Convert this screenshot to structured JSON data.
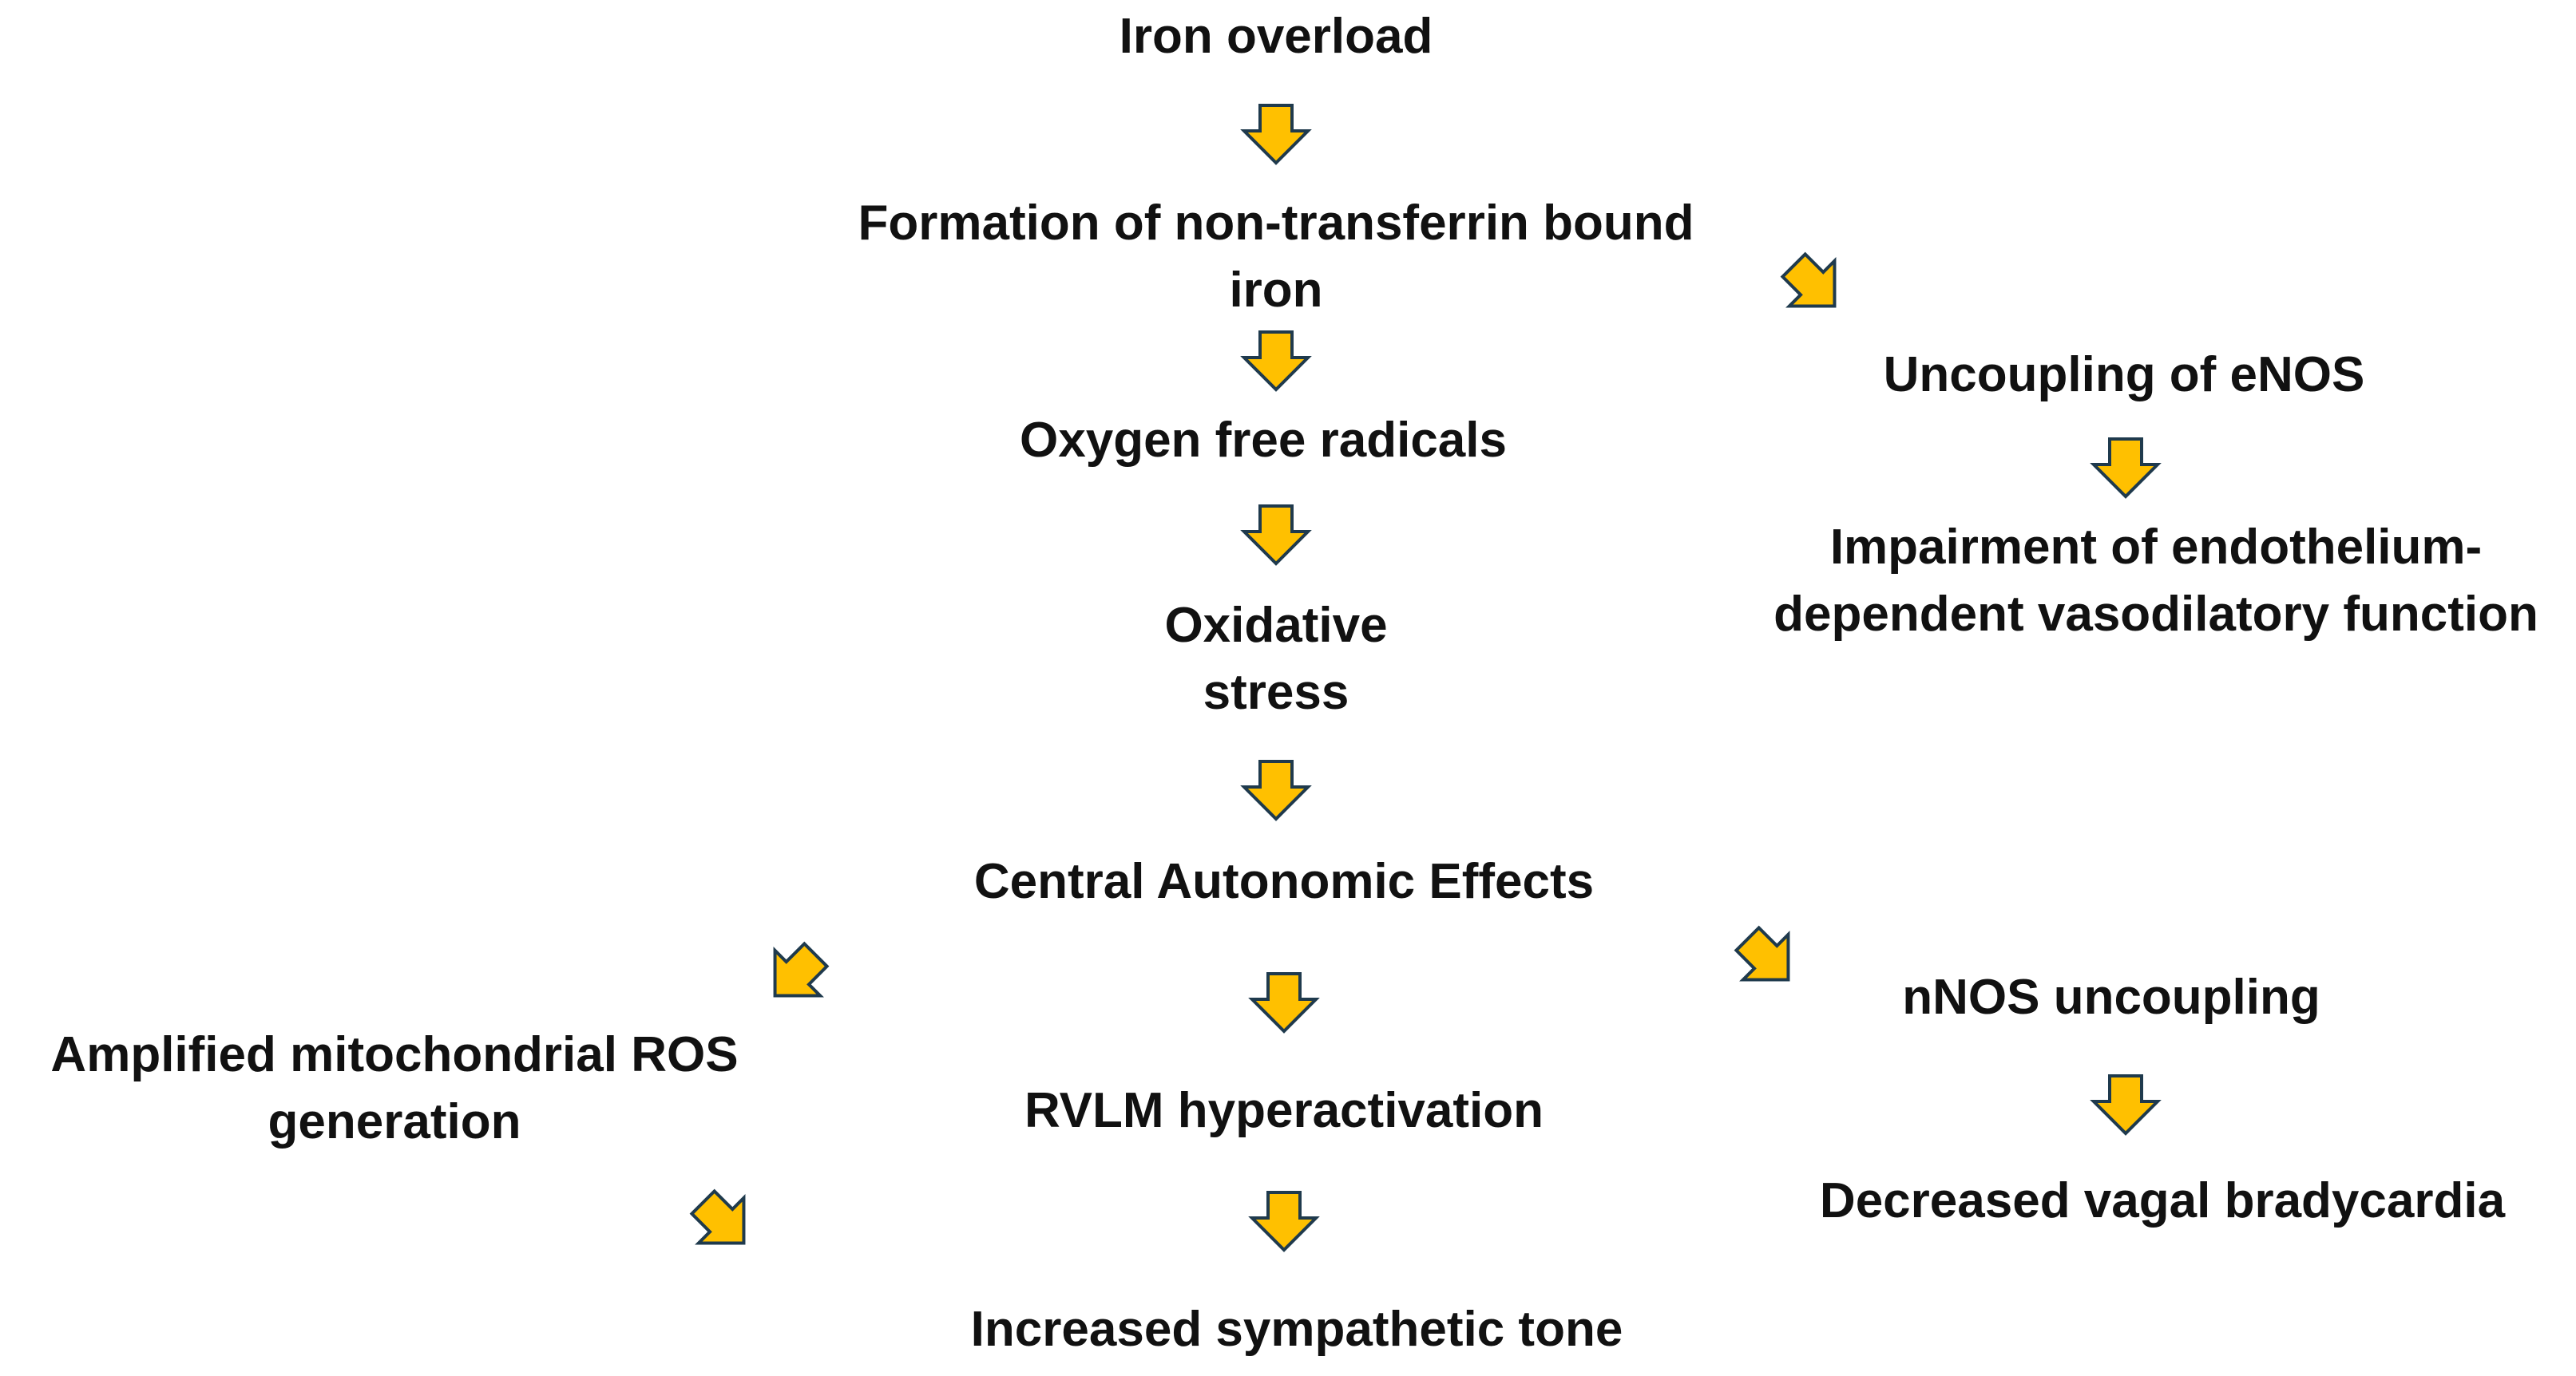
{
  "diagram": {
    "nodes": {
      "iron_overload": "Iron overload",
      "ntbi": "Formation of non-transferrin bound\niron",
      "oxygen_radicals": "Oxygen free radicals",
      "oxidative_stress": "Oxidative\nstress",
      "central_autonomic": "Central Autonomic Effects",
      "rvlm": "RVLM hyperactivation",
      "sympathetic": "Increased sympathetic tone",
      "enos": "Uncoupling of eNOS",
      "endothelium": "Impairment of endothelium-\ndependent vasodilatory function",
      "nnos": "nNOS uncoupling",
      "vagal": "Decreased vagal bradycardia",
      "mito_ros": "Amplified mitochondrial ROS\ngeneration"
    },
    "arrow_icon": "block-arrow-icon",
    "colors": {
      "arrow_fill": "#FFC000",
      "arrow_stroke": "#1F3A4D",
      "text": "#111111"
    }
  }
}
